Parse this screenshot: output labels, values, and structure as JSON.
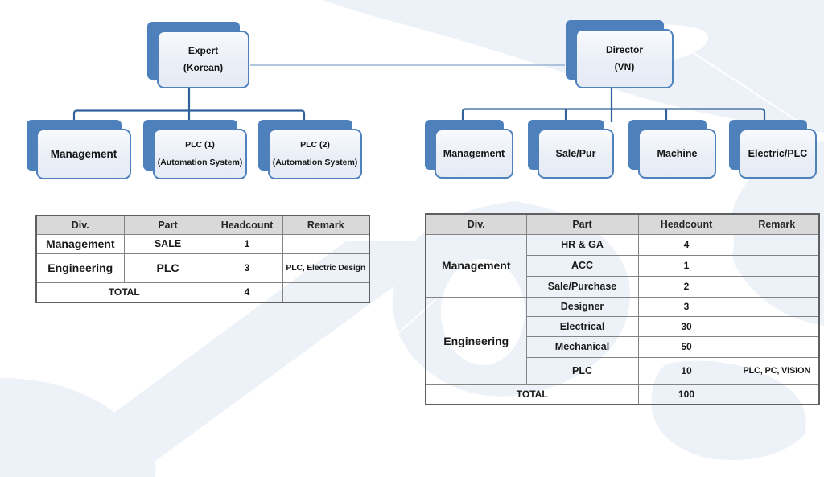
{
  "org_left": {
    "root": {
      "line1": "Expert",
      "line2": "(Korean)"
    },
    "children": [
      {
        "line1": "Management",
        "line2": ""
      },
      {
        "line1": "PLC  (1)",
        "line2": "(Automation System)"
      },
      {
        "line1": "PLC  (2)",
        "line2": "(Automation System)"
      }
    ]
  },
  "org_right": {
    "root": {
      "line1": "Director",
      "line2": "(VN)"
    },
    "children": [
      {
        "line1": "Management"
      },
      {
        "line1": "Sale/Pur"
      },
      {
        "line1": "Machine"
      },
      {
        "line1": "Electric/PLC"
      }
    ]
  },
  "left_table": {
    "headers": [
      "Div.",
      "Part",
      "Headcount",
      "Remark"
    ],
    "rows": [
      {
        "div": "Management",
        "part": "SALE",
        "headcount": "1",
        "remark": ""
      },
      {
        "div": "Engineering",
        "part": "PLC",
        "headcount": "3",
        "remark": "PLC, Electric Design"
      }
    ],
    "total_label": "TOTAL",
    "total_headcount": "4",
    "total_remark": ""
  },
  "right_table": {
    "headers": [
      "Div.",
      "Part",
      "Headcount",
      "Remark"
    ],
    "groups": [
      {
        "div": "Management",
        "rows": [
          {
            "part": "HR & GA",
            "headcount": "4",
            "remark": ""
          },
          {
            "part": "ACC",
            "headcount": "1",
            "remark": ""
          },
          {
            "part": "Sale/Purchase",
            "headcount": "2",
            "remark": ""
          }
        ]
      },
      {
        "div": "Engineering",
        "rows": [
          {
            "part": "Designer",
            "headcount": "3",
            "remark": ""
          },
          {
            "part": "Electrical",
            "headcount": "30",
            "remark": ""
          },
          {
            "part": "Mechanical",
            "headcount": "50",
            "remark": ""
          },
          {
            "part": "PLC",
            "headcount": "10",
            "remark": "PLC, PC, VISION"
          }
        ]
      }
    ],
    "total_label": "TOTAL",
    "total_headcount": "100",
    "total_remark": ""
  },
  "colors": {
    "accent_blue": "#4F81BD",
    "shadow_blue": "#4E80BC",
    "connector_blue": "#31629C",
    "link_light_blue": "#9AB3D5",
    "table_header_gray": "#D9D9D9",
    "watermark_blue": "#EDF2F8"
  }
}
